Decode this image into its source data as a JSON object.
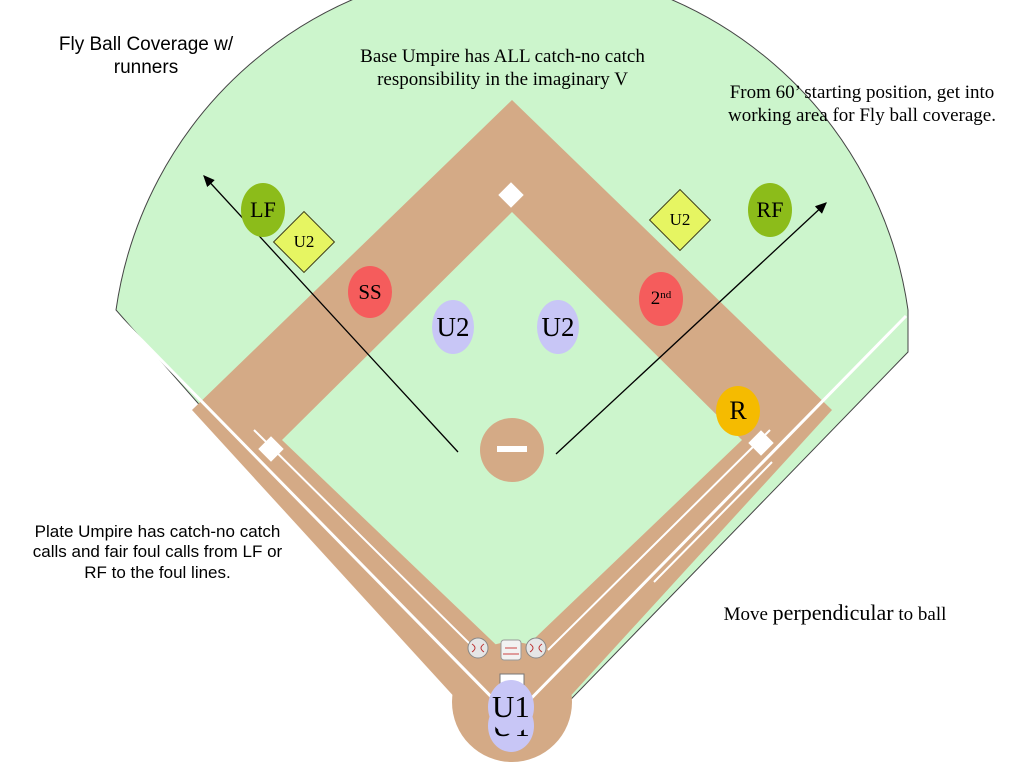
{
  "notes": {
    "title": "Fly Ball Coverage w/ runners",
    "base_umpire": "Base Umpire has ALL catch-no catch responsibility in the imaginary V",
    "start_position": "From 60’ starting position, get into working area for Fly ball coverage.",
    "plate_umpire": "Plate Umpire has catch-no catch calls and fair foul calls from LF or RF to the foul lines.",
    "move_prefix": "Move ",
    "move_emphasis": "perpendicular",
    "move_suffix": " to ball"
  },
  "players": {
    "lf": "LF",
    "rf": "RF",
    "ss": "SS",
    "second_base": "2",
    "second_sup": "nd",
    "runner": "R"
  },
  "umpires": {
    "u2_left_diamond": "U2",
    "u2_right_diamond": "U2",
    "u2_left_oval": "U2",
    "u2_right_oval": "U2",
    "u1_back": "U1",
    "u1_front": "U1"
  },
  "colors": {
    "grass": "#ccf5cc",
    "dirt": "#d4aa86",
    "lf_green": "#8cbc1a",
    "ss_red": "#f55c5c",
    "runner_yellow": "#f5bb00",
    "umpire_lavender": "#c8c6f6",
    "diamond_yellow": "#e6f562"
  }
}
